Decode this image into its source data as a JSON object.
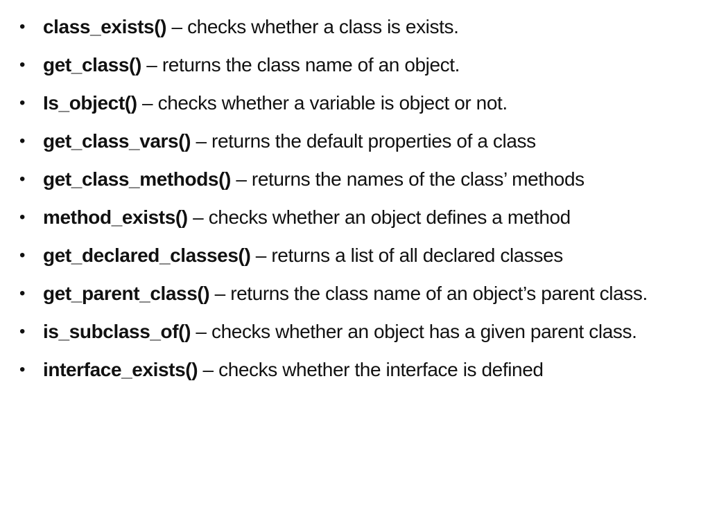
{
  "page": {
    "background_color": "#ffffff",
    "text_color": "#111111"
  },
  "list": {
    "bullet_glyph": "•",
    "separator": "–",
    "items": [
      {
        "name": "class_exists()",
        "desc": "checks whether a class is exists."
      },
      {
        "name": "get_class()",
        "desc": "returns the class name of an object."
      },
      {
        "name": "Is_object()",
        "desc": "checks whether a variable is object or not."
      },
      {
        "name": "get_class_vars()",
        "desc": "returns the default properties of a class"
      },
      {
        "name": "get_class_methods()",
        "desc": "returns the names of the class’ methods"
      },
      {
        "name": "method_exists()",
        "desc": "checks whether an object defines a method"
      },
      {
        "name": "get_declared_classes()",
        "desc": "returns a list of all declared classes"
      },
      {
        "name": "get_parent_class()",
        "desc": "returns the class name of an object’s parent class."
      },
      {
        "name": "is_subclass_of()",
        "desc": "checks whether an object has a given parent class."
      },
      {
        "name": "interface_exists()",
        "desc": "checks whether the interface is defined"
      }
    ]
  }
}
